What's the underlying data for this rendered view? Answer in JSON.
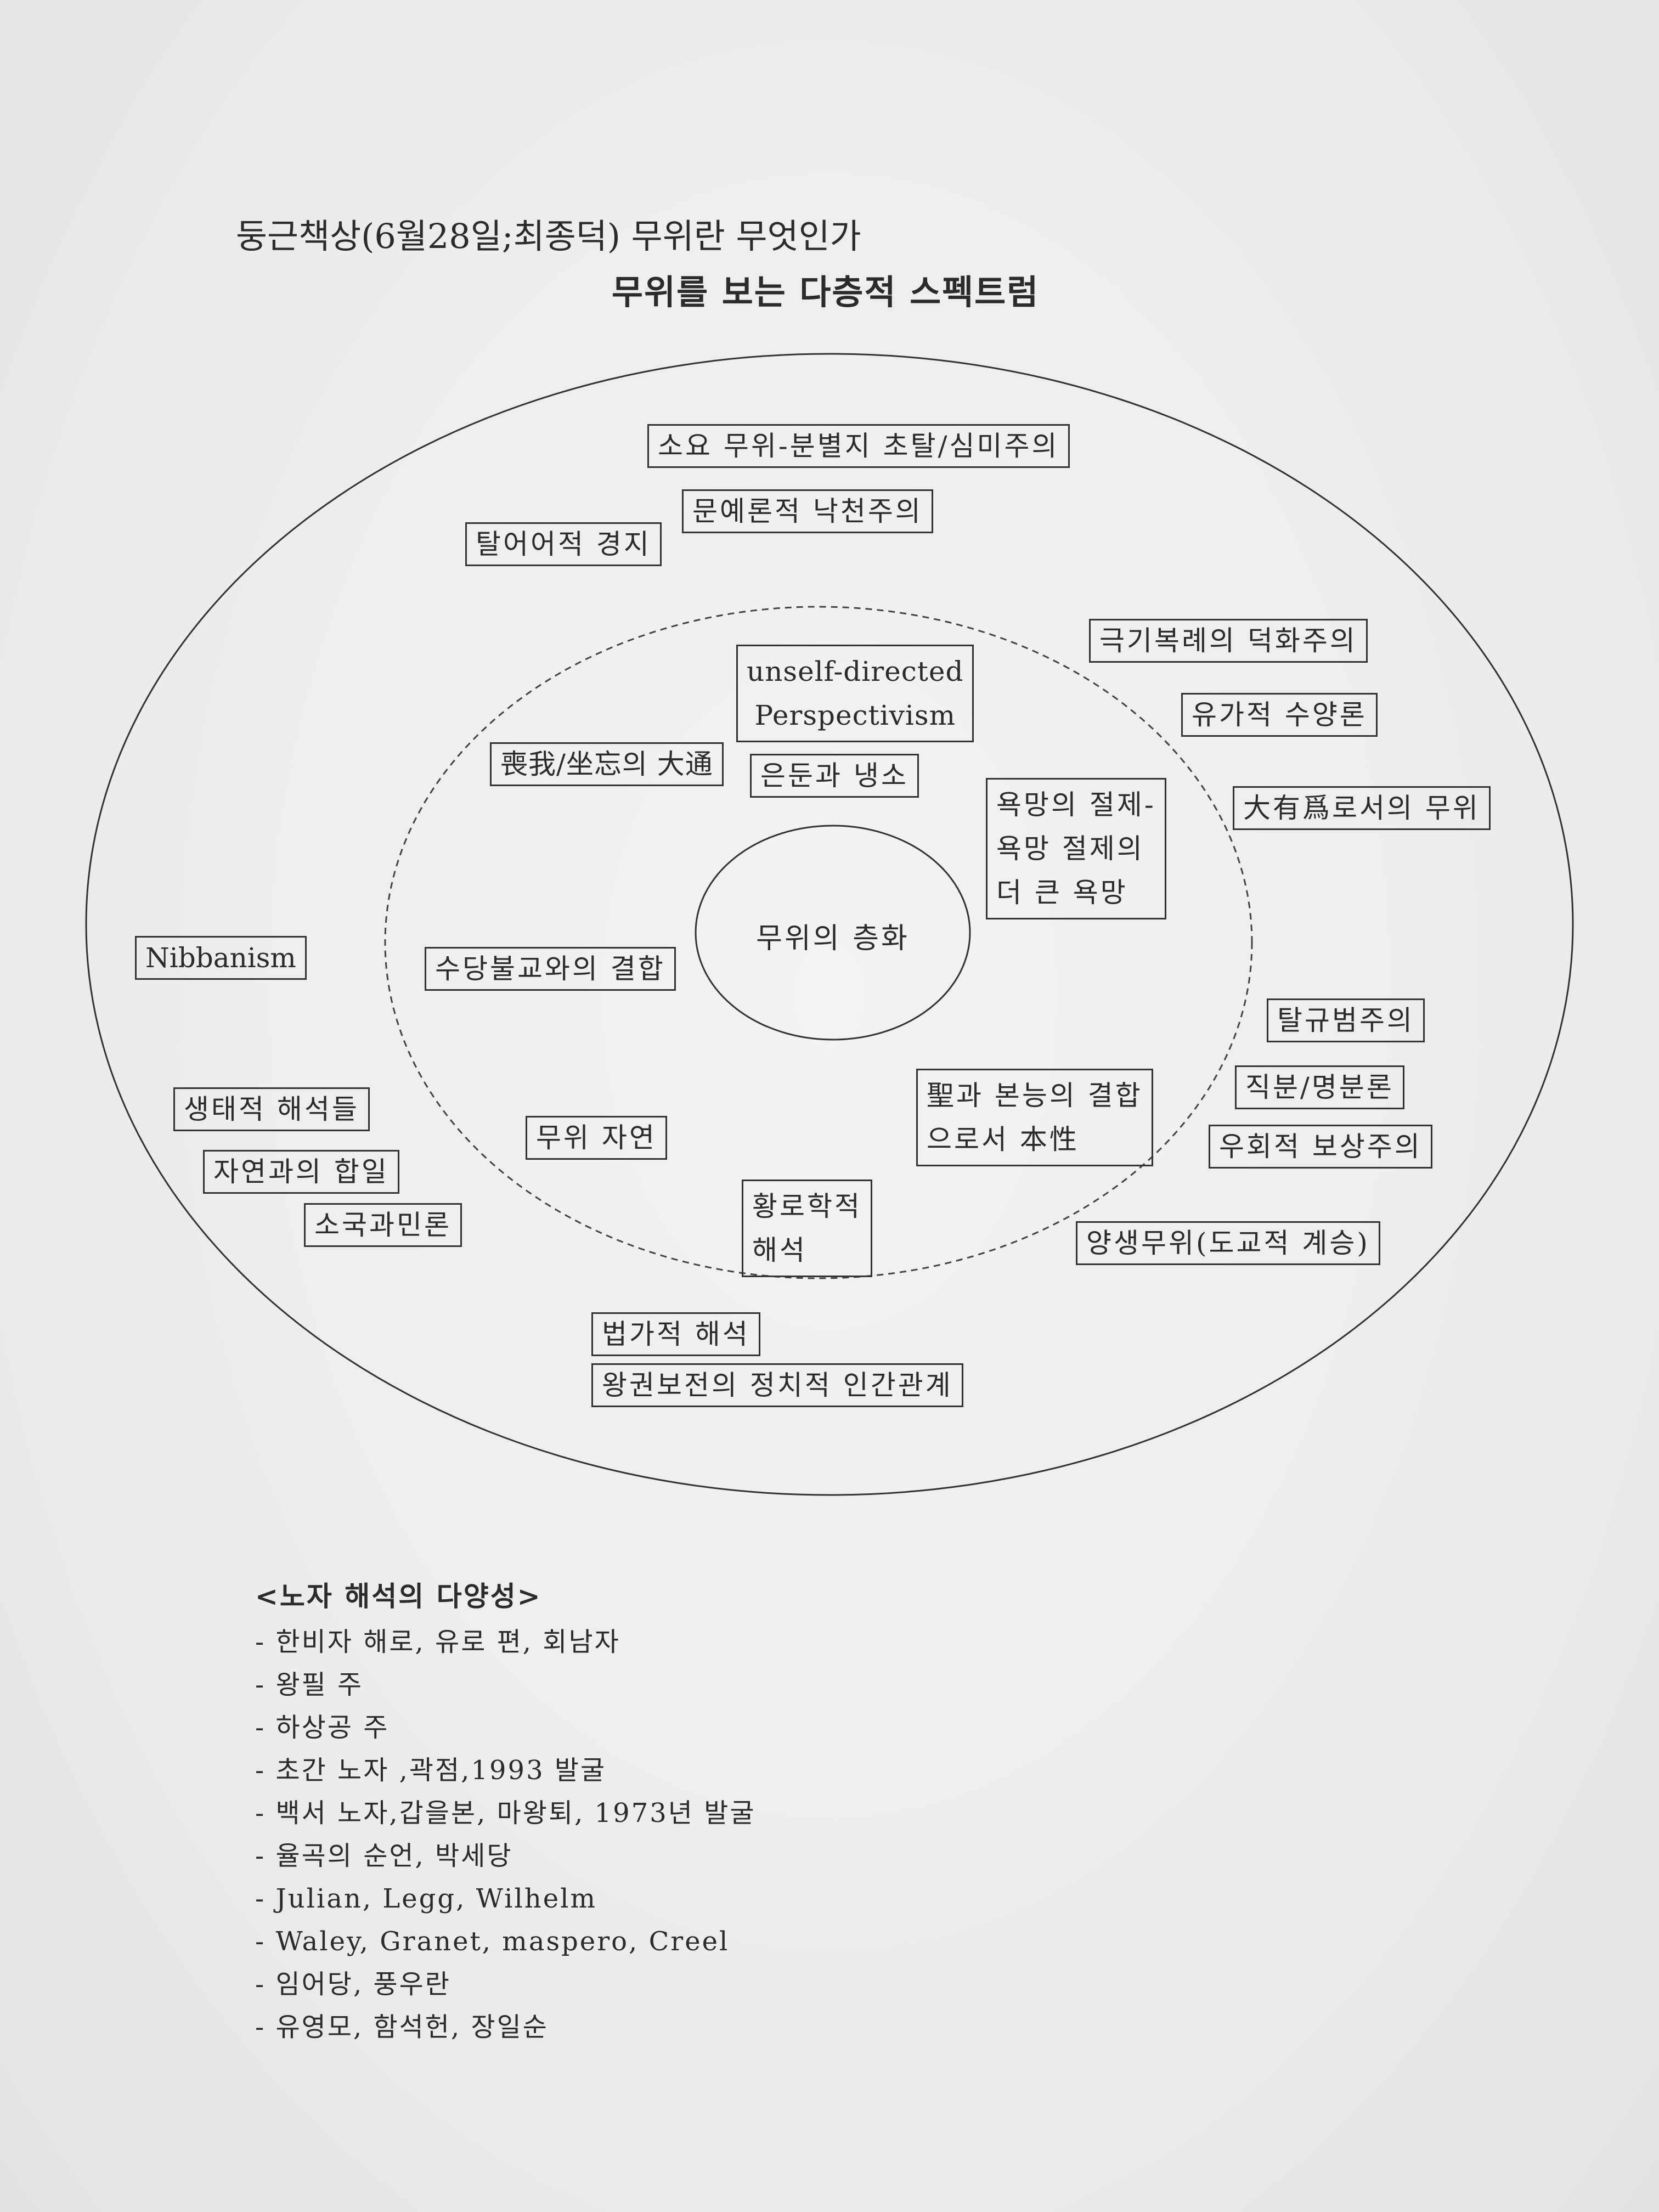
{
  "header": {
    "subtitle": "둥근책상(6월28일;최종덕) 무위란 무엇인가",
    "title": "무위를 보는 다층적 스펙트럼"
  },
  "diagram": {
    "center_label": "무위의 층화",
    "outer_ring": {
      "soyo": "소요 무위-분별지 초탈/심미주의",
      "munye": "문예론적 낙천주의",
      "taleo": "탈어어적 경지",
      "geukgi": "극기복례의 덕화주의",
      "yugajeok": "유가적 수양론",
      "daeyu": "大有爲로서의 무위",
      "nibbanism": "Nibbanism",
      "saengtae": "생태적 해석들",
      "jayeon_habil": "자연과의 합일",
      "sogukgwamin": "소국과민론",
      "talgyubeom": "탈규범주의",
      "jikbun": "직분/명분론",
      "uhoe": "우회적 보상주의",
      "yangsaeng": "양생무위(도교적 계승)",
      "beopga": "법가적 해석",
      "wanggwon": "왕권보전의 정치적 인간관계"
    },
    "inner_ring": {
      "unself": [
        "unself-directed",
        "Perspectivism"
      ],
      "sangah": "喪我/坐忘의 大通",
      "eundun": "은둔과 냉소",
      "yokmang": [
        "욕망의 절제-",
        "욕망 절제의",
        "더 큰 욕망"
      ],
      "sudang": "수당불교와의 결합",
      "muwi_jayeon": "무위 자연",
      "seong": [
        "聖과 본능의 결합",
        "으로서 本性"
      ],
      "hwangno": [
        "황로학적",
        "해석"
      ]
    }
  },
  "notes": {
    "title": "<노자 해석의 다양성>",
    "items": [
      "- 한비자 해로, 유로 편, 회남자",
      "- 왕필 주",
      "- 하상공 주",
      "- 초간 노자 ,곽점,1993 발굴",
      "- 백서 노자,갑을본, 마왕퇴, 1973년 발굴",
      "- 율곡의 순언, 박세당",
      "- Julian, Legg, Wilhelm",
      "- Waley, Granet, maspero, Creel",
      "- 임어당, 풍우란",
      "- 유영모, 함석헌, 장일순"
    ]
  }
}
